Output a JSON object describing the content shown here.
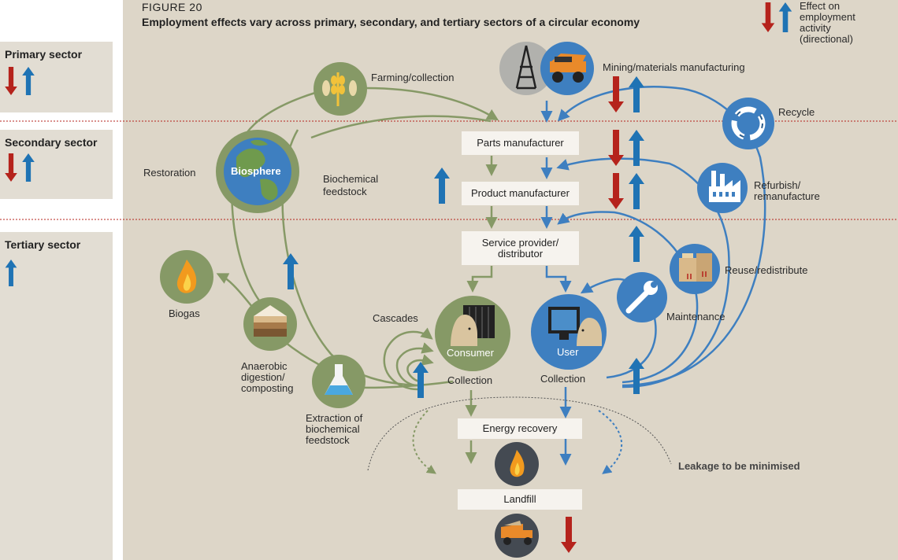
{
  "figure": {
    "label": "FIGURE 20",
    "title": "Employment effects vary across primary, secondary, and tertiary sectors of a circular economy"
  },
  "legend": {
    "text_line1": "Effect on",
    "text_line2": "employment",
    "text_line3": "activity",
    "text_line4": "(directional)"
  },
  "sectors": {
    "primary": "Primary sector",
    "secondary": "Secondary sector",
    "tertiary": "Tertiary sector"
  },
  "nodes": {
    "farming": "Farming/collection",
    "mining": "Mining/materials manufacturing",
    "recycle": "Recycle",
    "restoration": "Restoration",
    "biosphere": "Biosphere",
    "biochem_line1": "Biochemical",
    "biochem_line2": "feedstock",
    "refurbish_line1": "Refurbish/",
    "refurbish_line2": "remanufacture",
    "reuse": "Reuse/redistribute",
    "maintenance": "Maintenance",
    "biogas": "Biogas",
    "cascades": "Cascades",
    "consumer": "Consumer",
    "user": "User",
    "collection_left": "Collection",
    "collection_right": "Collection",
    "anaerobic_line1": "Anaerobic",
    "anaerobic_line2": "digestion/",
    "anaerobic_line3": "composting",
    "extraction_line1": "Extraction of",
    "extraction_line2": "biochemical",
    "extraction_line3": "feedstock",
    "leakage": "Leakage to be minimised"
  },
  "boxes": {
    "parts": "Parts manufacturer",
    "product": "Product manufacturer",
    "service_line1": "Service provider/",
    "service_line2": "distributor",
    "energy": "Energy recovery",
    "landfill": "Landfill"
  },
  "colors": {
    "background": "#ddd6c8",
    "green": "#869966",
    "blue": "#3e7fc0",
    "up_arrow": "#1f73b4",
    "down_arrow": "#b5231c",
    "box": "#f6f3ee",
    "divider": "#b5231c"
  },
  "icons": [
    "wheat-fish-icon",
    "oil-rig-icon",
    "mining-truck-icon",
    "recycle-icon",
    "globe-icon",
    "factory-icon",
    "boxes-icon",
    "wrench-icon",
    "flame-icon",
    "compost-icon",
    "flask-icon",
    "consumer-icon",
    "user-computer-icon",
    "dump-truck-icon",
    "up-arrow-icon",
    "down-arrow-icon"
  ]
}
